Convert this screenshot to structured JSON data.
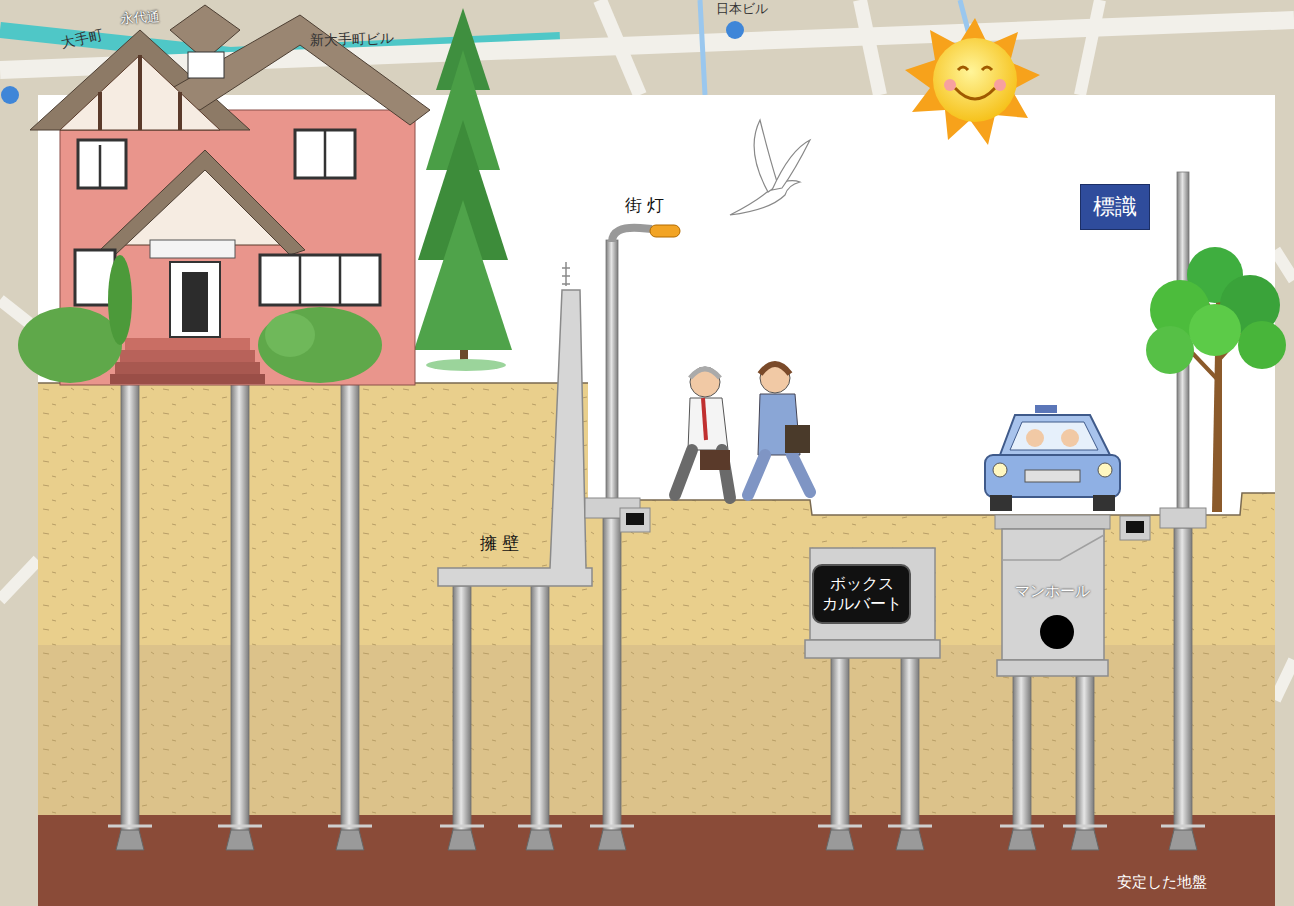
{
  "diagram": {
    "nodes": [
      {
        "text": [
          "標識"
        ]
      },
      {
        "text": [
          "ボックス カルバート"
        ]
      },
      {
        "text": [
          "マンホール"
        ]
      }
    ],
    "labels": [
      "大手町",
      "永代通",
      "新大手町ビル",
      "日本ビル",
      "街 灯",
      "擁 壁",
      "安定した地盤"
    ]
  }
}
